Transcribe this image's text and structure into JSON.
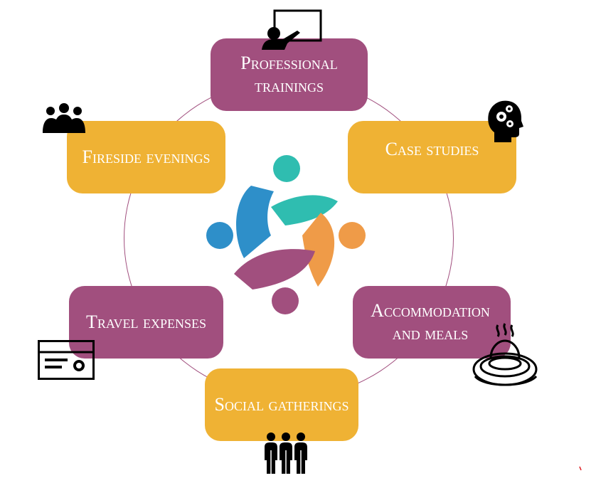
{
  "boxes": {
    "professional_trainings": "Professional trainings",
    "case_studies": "Case studies",
    "accommodation_meals": "Accommodation and meals",
    "social_gatherings": "Social gatherings",
    "travel_expenses": "Travel expenses",
    "fireside_evenings": "Fireside evenings"
  },
  "icons": {
    "professional_trainings": "teacher-board-icon",
    "case_studies": "head-gears-icon",
    "accommodation_meals": "steaming-bowl-icon",
    "social_gatherings": "three-people-icon",
    "travel_expenses": "ticket-icon",
    "fireside_evenings": "group-people-icon",
    "center": "community-logo-icon"
  },
  "colors": {
    "purple": "#a14f7e",
    "gold": "#efb234",
    "logo_blue": "#2e8fc9",
    "logo_teal": "#2fbdb0",
    "logo_orange": "#ef9b48",
    "logo_purple": "#a14f7e"
  }
}
